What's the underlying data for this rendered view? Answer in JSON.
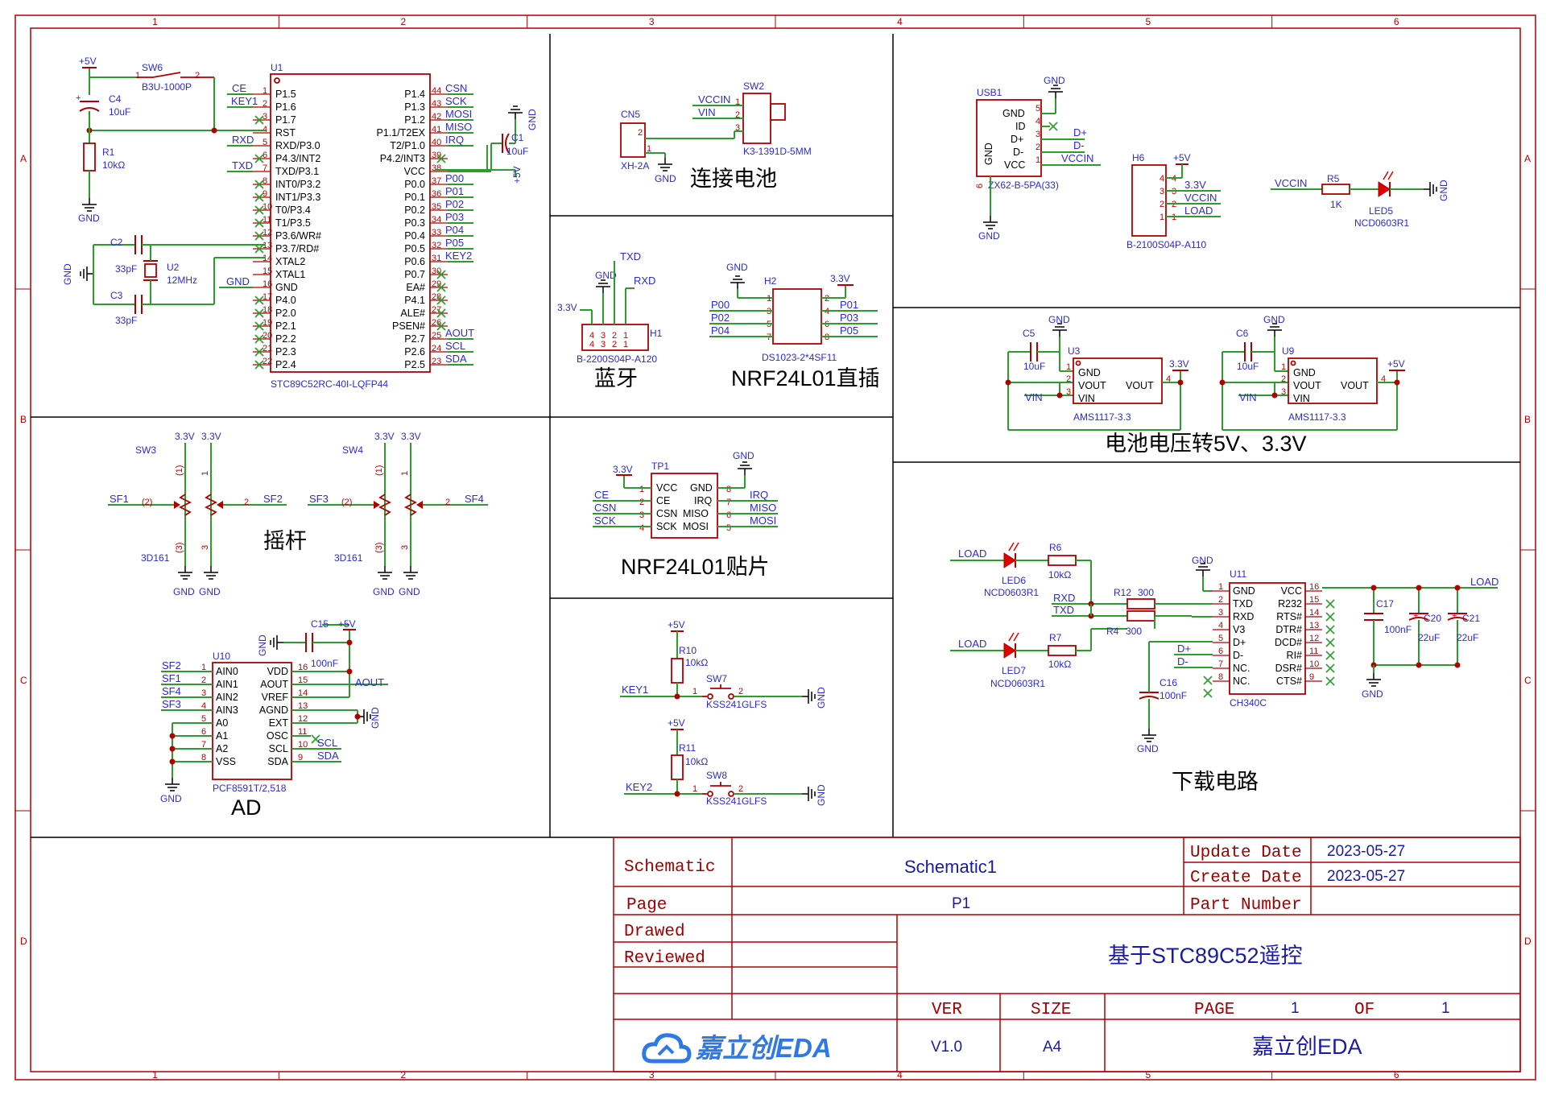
{
  "zones": {
    "cols": [
      "1",
      "2",
      "3",
      "4",
      "5",
      "6"
    ],
    "rows": [
      "A",
      "B",
      "C",
      "D"
    ]
  },
  "sections": {
    "battery": "连接电池",
    "bluetooth": "蓝牙",
    "nrf_dip": "NRF24L01直插",
    "nrf_smd": "NRF24L01贴片",
    "joystick": "摇杆",
    "ad": "AD",
    "regulator": "电池电压转5V、3.3V",
    "download": "下载电路"
  },
  "mcu": {
    "ref": "U1",
    "part": "STC89C52RC-40I-LQFP44",
    "left_pins": [
      {
        "name": "P1.5",
        "num": "1",
        "net": "CE"
      },
      {
        "name": "P1.6",
        "num": "2",
        "net": "KEY1"
      },
      {
        "name": "P1.7",
        "num": "3",
        "net": ""
      },
      {
        "name": "RST",
        "num": "4",
        "net": ""
      },
      {
        "name": "RXD/P3.0",
        "num": "5",
        "net": "RXD"
      },
      {
        "name": "P4.3/INT2",
        "num": "6",
        "net": ""
      },
      {
        "name": "TXD/P3.1",
        "num": "7",
        "net": "TXD"
      },
      {
        "name": "INT0/P3.2",
        "num": "8",
        "net": ""
      },
      {
        "name": "INT1/P3.3",
        "num": "9",
        "net": ""
      },
      {
        "name": "T0/P3.4",
        "num": "10",
        "net": ""
      },
      {
        "name": "T1/P3.5",
        "num": "11",
        "net": ""
      },
      {
        "name": "P3.6/WR#",
        "num": "12",
        "net": ""
      },
      {
        "name": "P3.7/RD#",
        "num": "13",
        "net": ""
      },
      {
        "name": "XTAL2",
        "num": "14",
        "net": ""
      },
      {
        "name": "XTAL1",
        "num": "15",
        "net": ""
      },
      {
        "name": "GND",
        "num": "16",
        "net": "GND"
      },
      {
        "name": "P4.0",
        "num": "17",
        "net": ""
      },
      {
        "name": "P2.0",
        "num": "18",
        "net": ""
      },
      {
        "name": "P2.1",
        "num": "19",
        "net": ""
      },
      {
        "name": "P2.2",
        "num": "20",
        "net": ""
      },
      {
        "name": "P2.3",
        "num": "21",
        "net": ""
      },
      {
        "name": "P2.4",
        "num": "22",
        "net": ""
      }
    ],
    "right_pins": [
      {
        "name": "P1.4",
        "num": "44",
        "net": "CSN"
      },
      {
        "name": "P1.3",
        "num": "43",
        "net": "SCK"
      },
      {
        "name": "P1.2",
        "num": "42",
        "net": "MOSI"
      },
      {
        "name": "P1.1/T2EX",
        "num": "41",
        "net": "MISO"
      },
      {
        "name": "T2/P1.0",
        "num": "40",
        "net": "IRQ"
      },
      {
        "name": "P4.2/INT3",
        "num": "39",
        "net": ""
      },
      {
        "name": "VCC",
        "num": "38",
        "net": ""
      },
      {
        "name": "P0.0",
        "num": "37",
        "net": "P00"
      },
      {
        "name": "P0.1",
        "num": "36",
        "net": "P01"
      },
      {
        "name": "P0.2",
        "num": "35",
        "net": "P02"
      },
      {
        "name": "P0.3",
        "num": "34",
        "net": "P03"
      },
      {
        "name": "P0.4",
        "num": "33",
        "net": "P04"
      },
      {
        "name": "P0.5",
        "num": "32",
        "net": "P05"
      },
      {
        "name": "P0.6",
        "num": "31",
        "net": "KEY2"
      },
      {
        "name": "P0.7",
        "num": "30",
        "net": ""
      },
      {
        "name": "EA#",
        "num": "29",
        "net": ""
      },
      {
        "name": "P4.1",
        "num": "28",
        "net": ""
      },
      {
        "name": "ALE#",
        "num": "27",
        "net": ""
      },
      {
        "name": "PSEN#",
        "num": "26",
        "net": ""
      },
      {
        "name": "P2.7",
        "num": "25",
        "net": "AOUT"
      },
      {
        "name": "P2.6",
        "num": "24",
        "net": "SCL"
      },
      {
        "name": "P2.5",
        "num": "23",
        "net": "SDA"
      }
    ]
  },
  "parts": {
    "sw6": {
      "ref": "SW6",
      "part": "B3U-1000P",
      "p1": "1",
      "p2": "2"
    },
    "c4": {
      "ref": "C4",
      "value": "10uF"
    },
    "r1": {
      "ref": "R1",
      "value": "10kΩ"
    },
    "c2": {
      "ref": "C2",
      "value": "33pF"
    },
    "c3": {
      "ref": "C3",
      "value": "33pF"
    },
    "u2": {
      "ref": "U2",
      "value": "12MHz"
    },
    "c1": {
      "ref": "C1",
      "value": "10uF"
    },
    "cn5": {
      "ref": "CN5",
      "part": "XH-2A",
      "p1": "1",
      "p2": "2"
    },
    "sw2": {
      "ref": "SW2",
      "part": "K3-1391D-5MM",
      "p1": "1",
      "p2": "2",
      "p3": "3"
    },
    "h1": {
      "ref": "H1",
      "part": "B-2200S04P-A120"
    },
    "h2": {
      "ref": "H2",
      "part": "DS1023-2*4SF11"
    },
    "tp1": {
      "ref": "TP1"
    },
    "usb1": {
      "ref": "USB1",
      "part": "ZX62-B-5PA(33)",
      "pins": [
        "GND",
        "ID",
        "D+",
        "D-",
        "VCC"
      ],
      "nums": [
        "5",
        "4",
        "3",
        "2",
        "1"
      ],
      "gnd_pin": "GND",
      "gnd_num": "6"
    },
    "h6": {
      "ref": "H6",
      "part": "B-2100S04P-A110"
    },
    "r5": {
      "ref": "R5",
      "value": "1K"
    },
    "led5": {
      "ref": "LED5",
      "part": "NCD0603R1"
    },
    "c5": {
      "ref": "C5",
      "value": "10uF"
    },
    "u3": {
      "ref": "U3",
      "part": "AMS1117-3.3"
    },
    "c6": {
      "ref": "C6",
      "value": "10uF"
    },
    "u9": {
      "ref": "U9",
      "part": "AMS1117-3.3"
    },
    "sw3": {
      "ref": "SW3",
      "part": "3D161"
    },
    "sw4": {
      "ref": "SW4",
      "part": "3D161"
    },
    "u10": {
      "ref": "U10",
      "part": "PCF8591T/2,518"
    },
    "c15": {
      "ref": "C15",
      "value": "100nF"
    },
    "r10": {
      "ref": "R10",
      "value": "10kΩ"
    },
    "sw7": {
      "ref": "SW7",
      "part": "KSS241GLFS"
    },
    "r11": {
      "ref": "R11",
      "value": "10kΩ"
    },
    "sw8": {
      "ref": "SW8",
      "part": "KSS241GLFS"
    },
    "led6": {
      "ref": "LED6",
      "part": "NCD0603R1"
    },
    "r6": {
      "ref": "R6",
      "value": "10kΩ"
    },
    "led7": {
      "ref": "LED7",
      "part": "NCD0603R1"
    },
    "r7": {
      "ref": "R7",
      "value": "10kΩ"
    },
    "r12": {
      "ref": "R12",
      "value": "300"
    },
    "r4": {
      "ref": "R4",
      "value": "300"
    },
    "c16": {
      "ref": "C16",
      "value": "100nF"
    },
    "u11": {
      "ref": "U11",
      "part": "CH340C"
    },
    "c17": {
      "ref": "C17",
      "value": "100nF"
    },
    "c20": {
      "ref": "C20",
      "value": "22uF"
    },
    "c21": {
      "ref": "C21",
      "value": "22uF"
    }
  },
  "title_block": {
    "schematic_label": "Schematic",
    "schematic_value": "Schematic1",
    "update_label": "Update Date",
    "update_value": "2023-05-27",
    "create_label": "Create Date",
    "create_value": "2023-05-27",
    "page_label": "Page",
    "page_value": "P1",
    "part_label": "Part Number",
    "drawed_label": "Drawed",
    "reviewed_label": "Reviewed",
    "title": "基于STC89C52遥控",
    "ver_label": "VER",
    "ver_value": "V1.0",
    "size_label": "SIZE",
    "size_value": "A4",
    "pg_label": "PAGE",
    "pg_value": "1",
    "of_label": "OF",
    "of_value": "1",
    "company": "嘉立创EDA",
    "logo_text": "嘉立创EDA"
  },
  "colors": {
    "frame": "#b00000",
    "wire": "#2a9d2a",
    "net": "#2b2bd6",
    "part": "#b00000"
  }
}
